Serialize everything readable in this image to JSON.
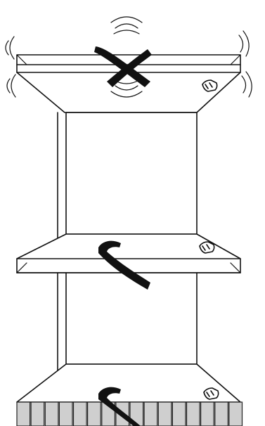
{
  "diagram": {
    "levels": [
      {
        "id": "top",
        "marker": "cross-mark",
        "status": "incorrect"
      },
      {
        "id": "middle",
        "marker": "check-mark",
        "status": "correct"
      },
      {
        "id": "bottom",
        "marker": "check-mark",
        "status": "correct"
      }
    ],
    "icons": [
      "plug-icon",
      "plug-icon",
      "plug-icon"
    ],
    "effects": [
      "vibration-lines"
    ],
    "colors": {
      "stroke": "#111111",
      "tiles": "#cfcfcf",
      "background": "#ffffff"
    }
  }
}
